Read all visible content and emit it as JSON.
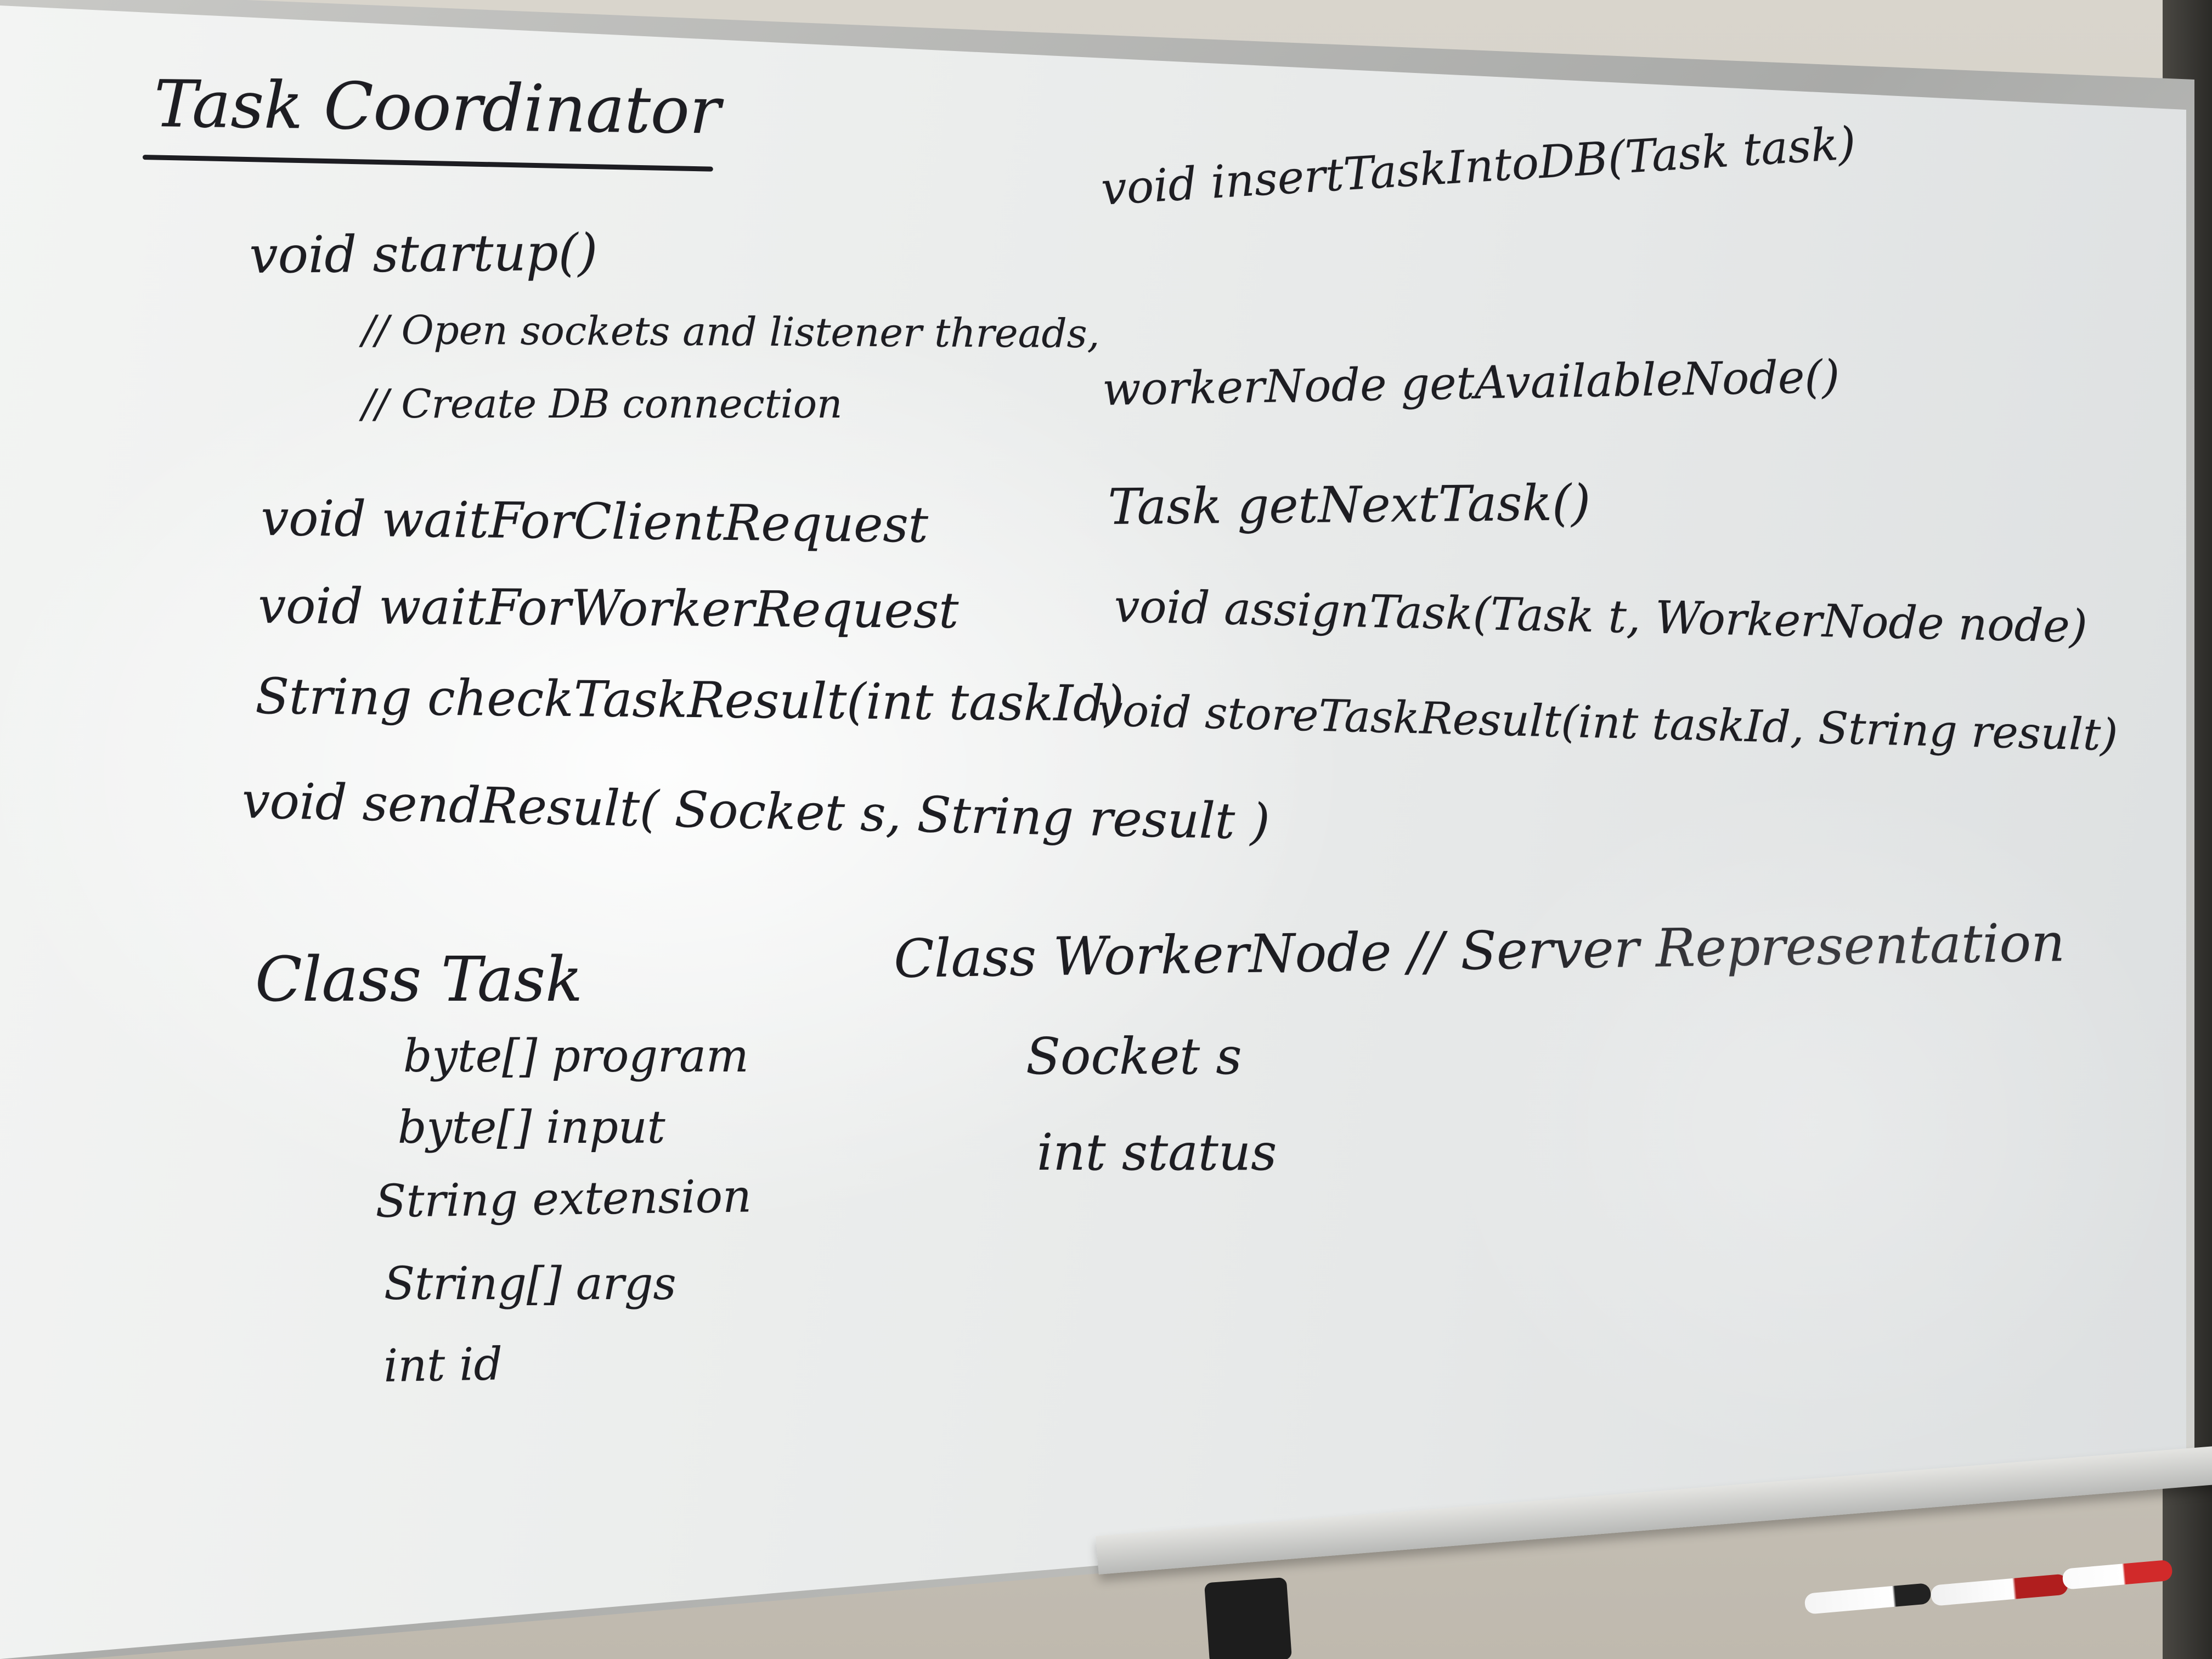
{
  "board": {
    "title": "Task Coordinator",
    "left_methods": [
      "void   startup()",
      "// Open sockets and listener threads,",
      "// Create DB connection",
      "void   waitForClientRequest",
      "void   waitForWorkerRequest",
      "String  checkTaskResult(int taskId)",
      "void   sendResult( Socket s, String result )"
    ],
    "right_methods": [
      "void  insertTaskIntoDB(Task task)",
      "workerNode   getAvailableNode()",
      "Task   getNextTask()",
      "void   assignTask(Task t, WorkerNode node)",
      "void   storeTaskResult(int taskId, String result)"
    ],
    "task_class": {
      "header": "Class Task",
      "fields": [
        "byte[]  program",
        "byte[]  input",
        "String    extension",
        "String[]  args",
        "int         id"
      ]
    },
    "worker_class": {
      "header": "Class WorkerNode  // Server Representation",
      "fields": [
        "Socket  s",
        "int   status"
      ]
    }
  },
  "colors": {
    "ink": "#1d1d22",
    "board": "#eceeed",
    "wall": "#d5d1c8"
  }
}
